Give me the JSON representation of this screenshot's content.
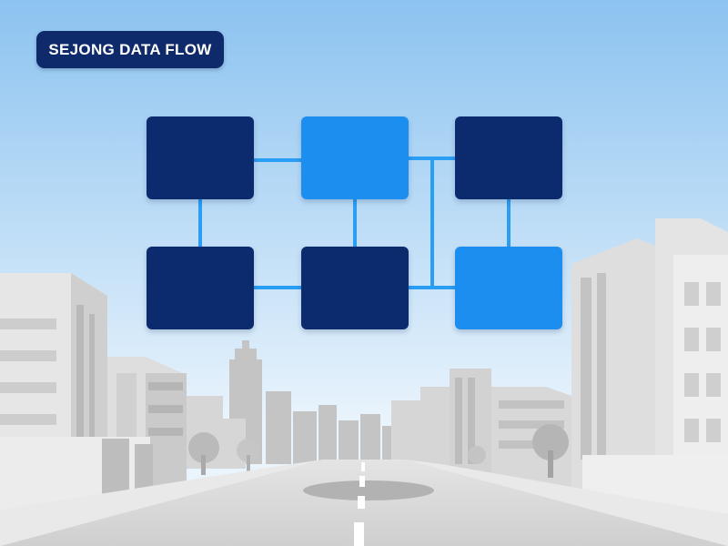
{
  "title": {
    "text": "SEJONG DATA FLOW"
  },
  "colors": {
    "sky_top": "#8cc3f0",
    "sky_bottom": "#eaf4fc",
    "badge_bg": "#0f2a6b",
    "badge_text": "#ffffff",
    "node_dark": "#0c2b6e",
    "node_light": "#1c8ef0",
    "connector": "#2a9df4",
    "building_light": "#e7e7e7",
    "building_mid": "#cfcfcf",
    "building_dark": "#a9a9a9",
    "road": "#dcdcdc",
    "road_marking": "#ffffff"
  },
  "diagram": {
    "rows": [
      [
        "dark",
        "light",
        "dark"
      ],
      [
        "dark",
        "dark",
        "light"
      ]
    ]
  }
}
